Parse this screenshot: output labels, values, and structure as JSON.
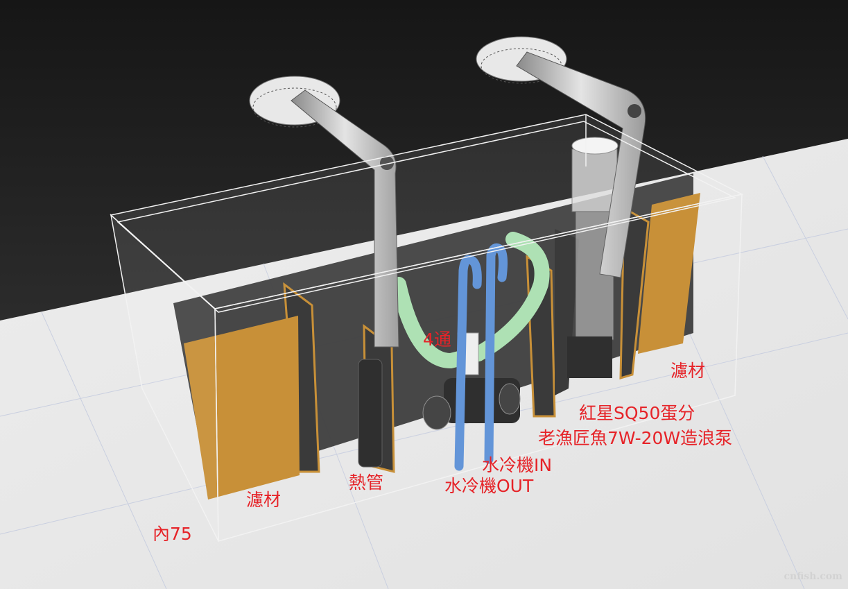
{
  "labels": {
    "filter_media_left": "濾材",
    "heater": "熱管",
    "chiller_in": "水冷機IN",
    "chiller_out": "水冷機OUT",
    "four_way": "4通",
    "skimmer": "紅星SQ50蛋分",
    "wave_pump": "老漁匠魚7W-20W造浪泵",
    "filter_media_right": "濾材",
    "inner_size": "內75"
  },
  "watermark": "cnfish.com",
  "colors": {
    "label": "#e62328",
    "filter_media": "#c58a2c",
    "hose_green": "#a9e0b0",
    "hose_blue": "#5a8fd6",
    "baffle": "#2e2e2e"
  }
}
